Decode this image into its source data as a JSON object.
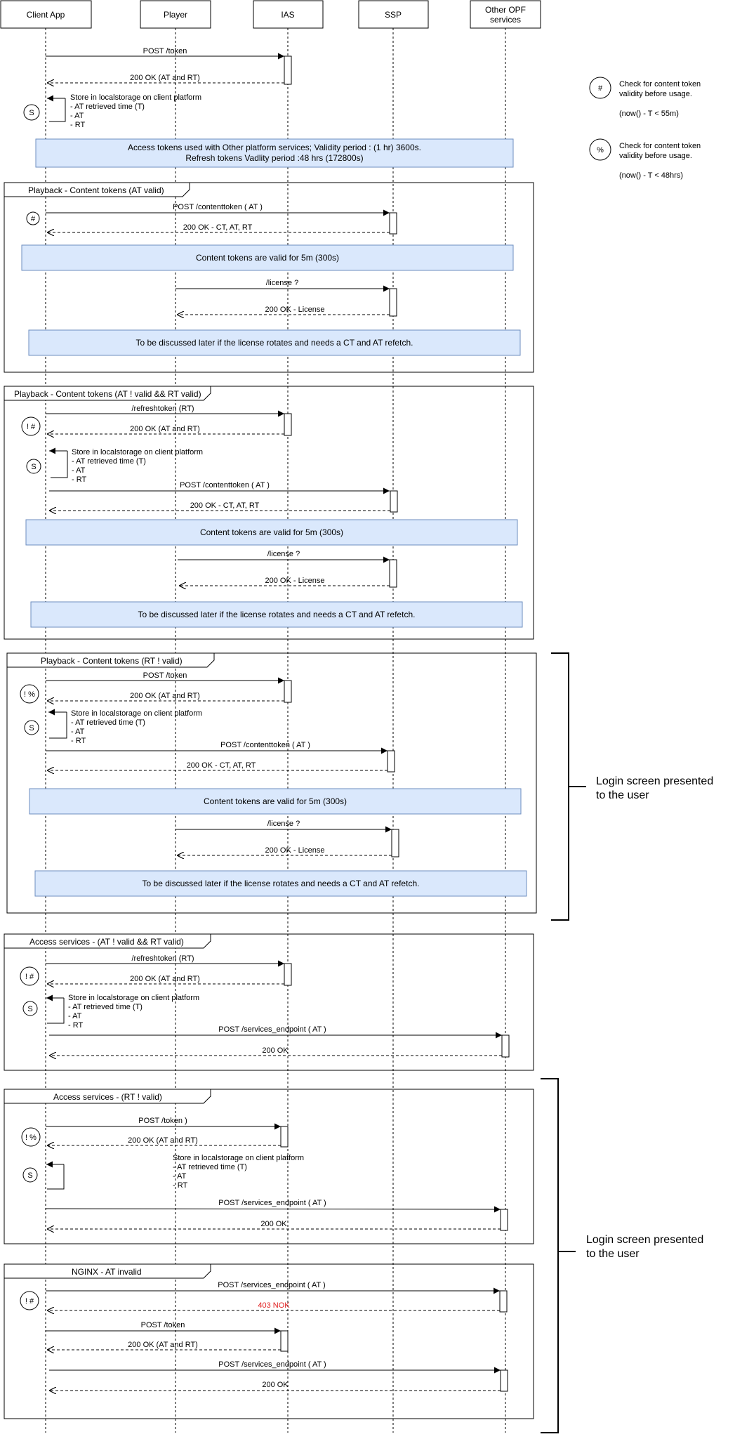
{
  "participants": [
    {
      "id": "client",
      "label": "Client App"
    },
    {
      "id": "player",
      "label": "Player"
    },
    {
      "id": "ias",
      "label": "IAS"
    },
    {
      "id": "ssp",
      "label": "SSP"
    },
    {
      "id": "opf",
      "label": "Other OPF",
      "label2": "services"
    }
  ],
  "intro": {
    "m1": "POST /token",
    "m2": "200 OK (AT and RT)",
    "store": [
      "Store in localstorage on client platform",
      "- AT retrieved time (T)",
      "- AT",
      "- RT"
    ],
    "note": [
      "Access tokens used with Other platform services; Validity period : (1 hr) 3600s.",
      "Refresh tokens Vadlity period :48 hrs (172800s)"
    ]
  },
  "legend": {
    "hash": {
      "symbol": "#",
      "lines": [
        "Check for content token",
        "validity before usage.",
        "(now() - T < 55m)"
      ]
    },
    "pct": {
      "symbol": "%",
      "lines": [
        "Check for content token",
        "validity before usage.",
        "(now() - T <  48hrs)"
      ]
    }
  },
  "symbols": {
    "s": "S",
    "hash": "#",
    "not_hash": "! #",
    "not_pct": "! %"
  },
  "frames": {
    "f1": {
      "title": "Playback - Content tokens (AT valid)",
      "m1": "POST /contenttoken ( AT )",
      "m2": "200 OK - CT, AT, RT",
      "note1": "Content tokens are valid for 5m (300s)",
      "m3": "/license ?",
      "m4": "200 OK - License",
      "note2": "To be discussed later if the license rotates and needs a CT and AT refetch."
    },
    "f2": {
      "title": "Playback - Content tokens (AT ! valid && RT valid)",
      "m1": "/refreshtoken (RT)",
      "m2": "200 OK (AT and RT)",
      "store": [
        "Store in localstorage on client platform",
        "- AT retrieved time (T)",
        "- AT",
        "- RT"
      ],
      "m3": "POST /contenttoken ( AT )",
      "m4": "200 OK - CT, AT, RT",
      "note1": "Content tokens are valid for 5m (300s)",
      "m5": "/license ?",
      "m6": "200 OK - License",
      "note2": "To be discussed later if the license rotates and needs a CT and AT refetch."
    },
    "f3": {
      "title": "Playback - Content tokens (RT ! valid)",
      "m1": "POST /token",
      "m2": "200 OK (AT and RT)",
      "store": [
        "Store in localstorage on client platform",
        "- AT retrieved time (T)",
        "- AT",
        "- RT"
      ],
      "m3": "POST /contenttoken ( AT )",
      "m4": "200 OK - CT, AT, RT",
      "note1": "Content tokens are valid for 5m (300s)",
      "m5": "/license ?",
      "m6": "200 OK - License",
      "note2": "To be discussed later if the license rotates and needs a CT and AT refetch."
    },
    "f4": {
      "title": "Access services - (AT ! valid && RT valid)",
      "m1": "/refreshtoken (RT)",
      "m2": "200 OK (AT and RT)",
      "store": [
        "Store in localstorage on client platform",
        "- AT retrieved time (T)",
        "- AT",
        "- RT"
      ],
      "m3": "POST /services_endpoint ( AT )",
      "m4": "200 OK"
    },
    "f5": {
      "title": "Access services - (RT ! valid)",
      "m1": "POST /token )",
      "m2": "200 OK (AT and RT)",
      "store": [
        "Store in localstorage on client platform",
        "- AT retrieved time (T)",
        "- AT",
        "- RT"
      ],
      "m3": "POST /services_endpoint ( AT )",
      "m4": "200 OK"
    },
    "f6": {
      "title": "NGINX - AT invalid",
      "m1": "POST /services_endpoint ( AT )",
      "m2": "403 NOK",
      "m3": "POST /token",
      "m4": "200 OK (AT and RT)",
      "m5": "POST /services_endpoint ( AT )",
      "m6": "200 OK"
    }
  },
  "side_notes": {
    "login1": [
      "Login screen presented",
      "to the user"
    ],
    "login2": [
      "Login screen presented",
      "to the user"
    ]
  },
  "colors": {
    "note_fill": "#dae8fc",
    "note_stroke": "#6c8ebf",
    "error": "#e02020"
  }
}
